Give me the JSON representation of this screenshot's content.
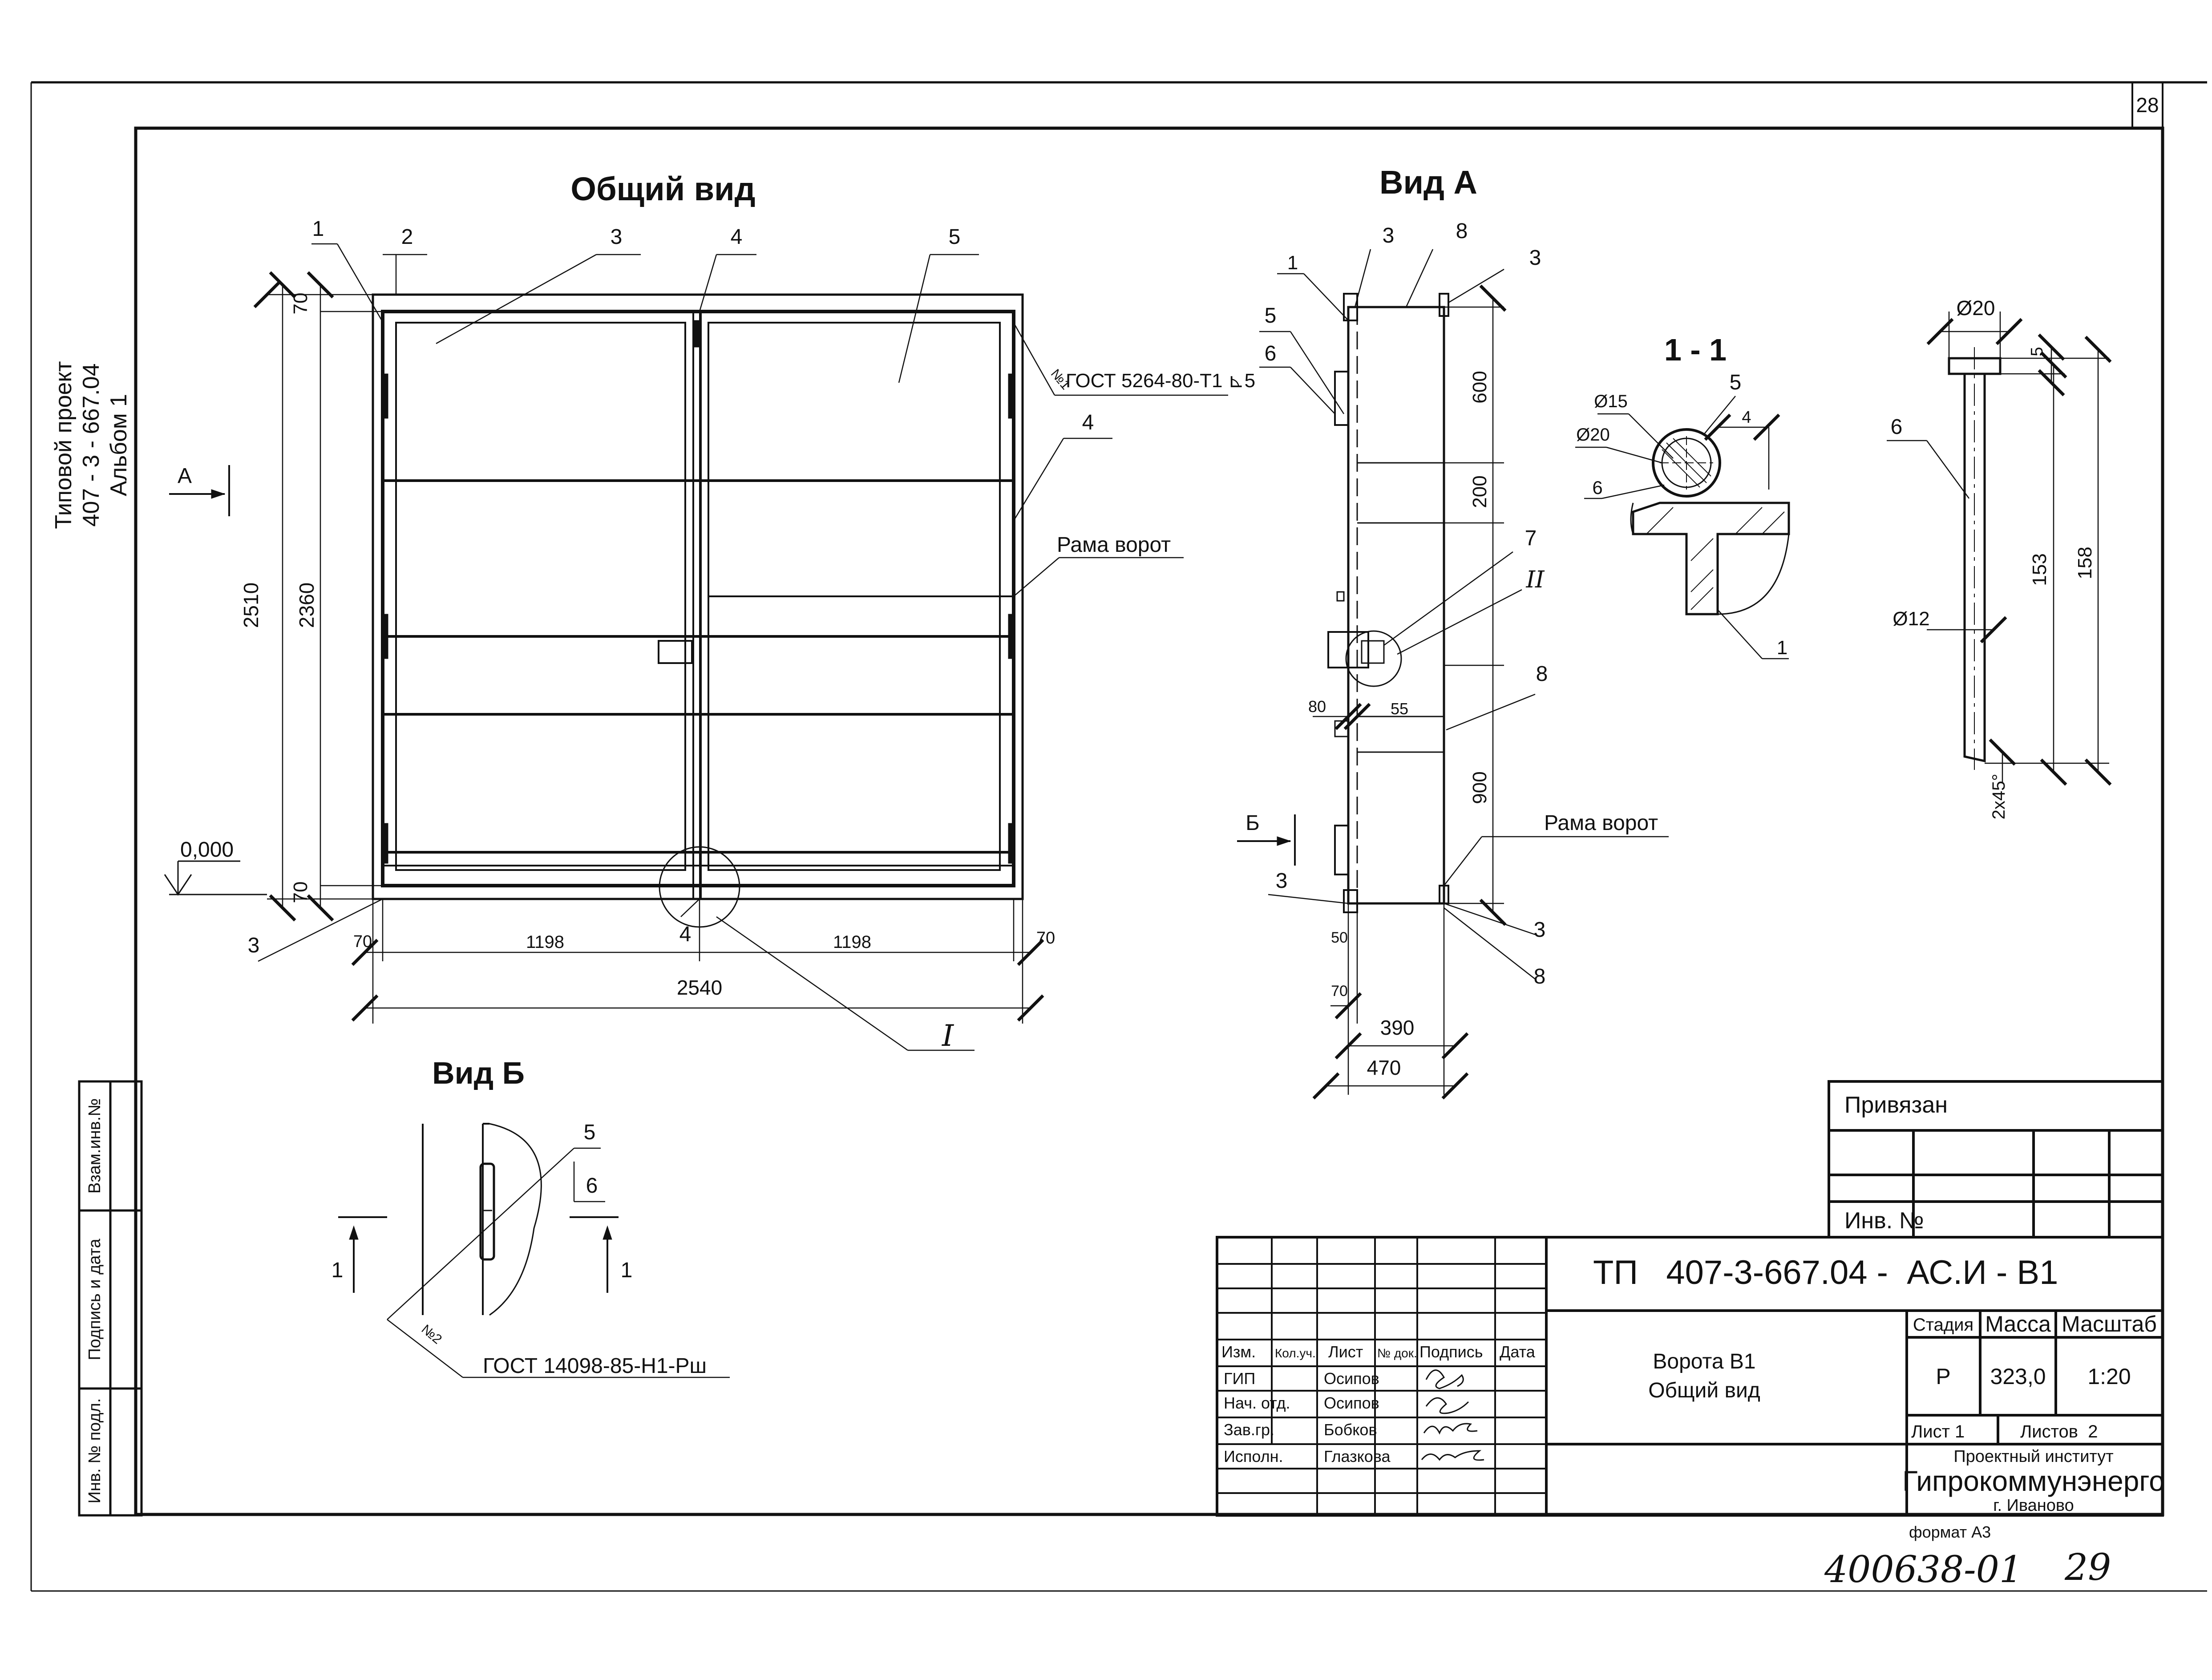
{
  "sheet_number": "28",
  "side_caption": [
    "Типовой проект",
    "407 - 3 - 667.04",
    "Альбом 1"
  ],
  "side_stamp": [
    "Взам.инв.№",
    "Подпись и дата",
    "Инв. № подл."
  ],
  "views": {
    "general": {
      "title": "Общий вид",
      "callouts": [
        "1",
        "2",
        "3",
        "4",
        "5",
        "4",
        "3",
        "4"
      ],
      "weld_mark": "№1",
      "weld_label": "ГОСТ 5264-80-Т1 ⊾5",
      "frame_label": "Рама ворот",
      "section_mark": "A",
      "level": "0,000",
      "detail_mark": "I",
      "dims": {
        "d70_top": "70",
        "d2510": "2510",
        "d2360": "2360",
        "d70_bottom": "70",
        "d70_left": "70",
        "d1198_left": "1198",
        "d1198_right": "1198",
        "d70_right": "70",
        "d2540": "2540"
      }
    },
    "side": {
      "title": "Вид А",
      "callouts": [
        "1",
        "3",
        "8",
        "3",
        "5",
        "6",
        "7",
        "II",
        "8",
        "3",
        "3",
        "8"
      ],
      "frame_label": "Рама ворот",
      "section_mark": "Б",
      "dims": {
        "d600": "600",
        "d200": "200",
        "d80": "80",
        "d55": "55",
        "d900": "900",
        "d50": "50",
        "d70": "70",
        "d390": "390",
        "d470": "470"
      }
    },
    "section": {
      "title": "1 - 1",
      "callouts": [
        "5",
        "6",
        "1"
      ],
      "dims": {
        "d15": "Ø15",
        "d20": "Ø20",
        "d4": "4"
      }
    },
    "pin": {
      "callout": "6",
      "dims": {
        "d20": "Ø20",
        "d5": "5",
        "d153": "153",
        "d158": "158",
        "d12": "Ø12",
        "chamfer": "2x45°"
      }
    },
    "viewB": {
      "title": "Вид Б",
      "callouts": [
        "5",
        "6"
      ],
      "section_numbers": [
        "1",
        "1"
      ],
      "weld_mark": "№2",
      "weld_label": "ГОСТ 14098-85-Н1-Рш"
    }
  },
  "title_block": {
    "bound_label": "Привязан",
    "inv_label": "Инв. №",
    "code": "ТП   407-3-667.04 -  АС.И - В1",
    "headers": [
      "Изм.",
      "Кол.уч.",
      "Лист",
      "№ док.",
      "Подпись",
      "Дата"
    ],
    "rows": [
      {
        "role": "ГИП",
        "name": "Осипов"
      },
      {
        "role": "Нач. отд.",
        "name": "Осипов"
      },
      {
        "role": "Зав.гр.",
        "name": "Бобков"
      },
      {
        "role": "Исполн.",
        "name": "Глазкова"
      }
    ],
    "object_name": [
      "Ворота В1",
      "Общий вид"
    ],
    "stage_label": "Стадия",
    "mass_label": "Масса",
    "scale_label": "Масштаб",
    "stage": "Р",
    "mass": "323,0",
    "scale": "1:20",
    "sheet_label": "Лист 1",
    "sheets_label": "Листов  2",
    "org_line1": "Проектный институт",
    "org_name": "Гипрокоммунэнерго",
    "city": "г. Иваново"
  },
  "format_label": "формат А3",
  "handwritten_number": "400638-01",
  "handwritten_page": "29"
}
